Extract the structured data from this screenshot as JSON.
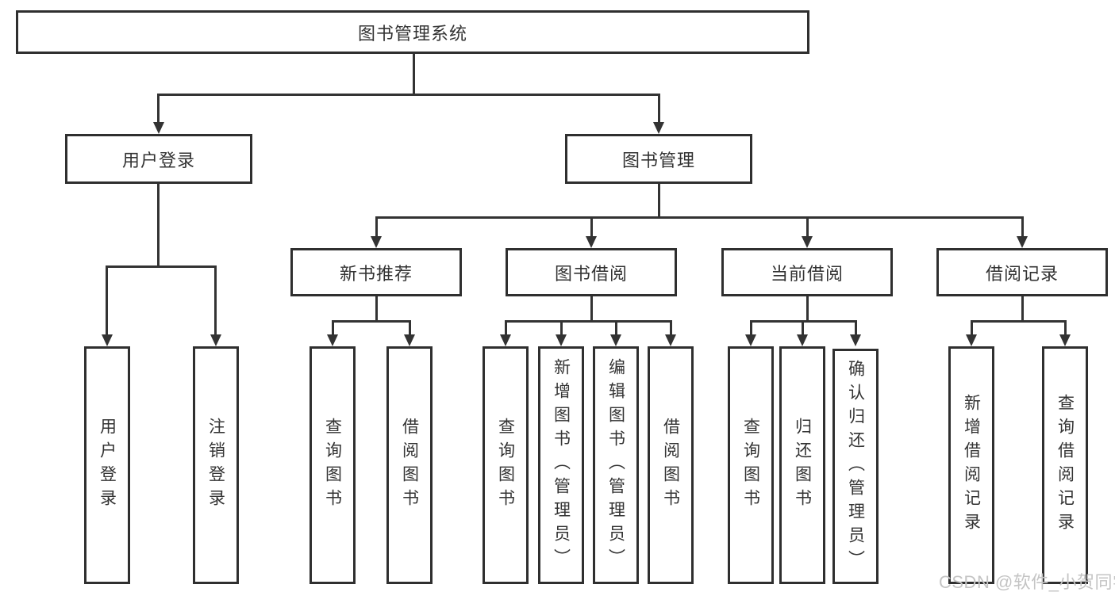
{
  "colors": {
    "background": "#ffffff",
    "line": "#333333",
    "box_border": "#2f2f2f",
    "text": "#333333",
    "watermark": "#c4c4c4"
  },
  "tree": {
    "root": "图书管理系统",
    "user_branch": {
      "label": "用户登录",
      "children": [
        "用户登录",
        "注销登录"
      ]
    },
    "book_branch": {
      "label": "图书管理",
      "groups": [
        {
          "label": "新书推荐",
          "children": [
            "查询图书",
            "借阅图书"
          ]
        },
        {
          "label": "图书借阅",
          "children": [
            "查询图书",
            "新增图书（管理员）",
            "编辑图书（管理员）",
            "借阅图书"
          ]
        },
        {
          "label": "当前借阅",
          "children": [
            "查询图书",
            "归还图书",
            "确认归还（管理员）"
          ]
        },
        {
          "label": "借阅记录",
          "children": [
            "新增借阅记录",
            "查询借阅记录"
          ]
        }
      ]
    }
  },
  "watermark": "CSDN @软件_小贺同学"
}
